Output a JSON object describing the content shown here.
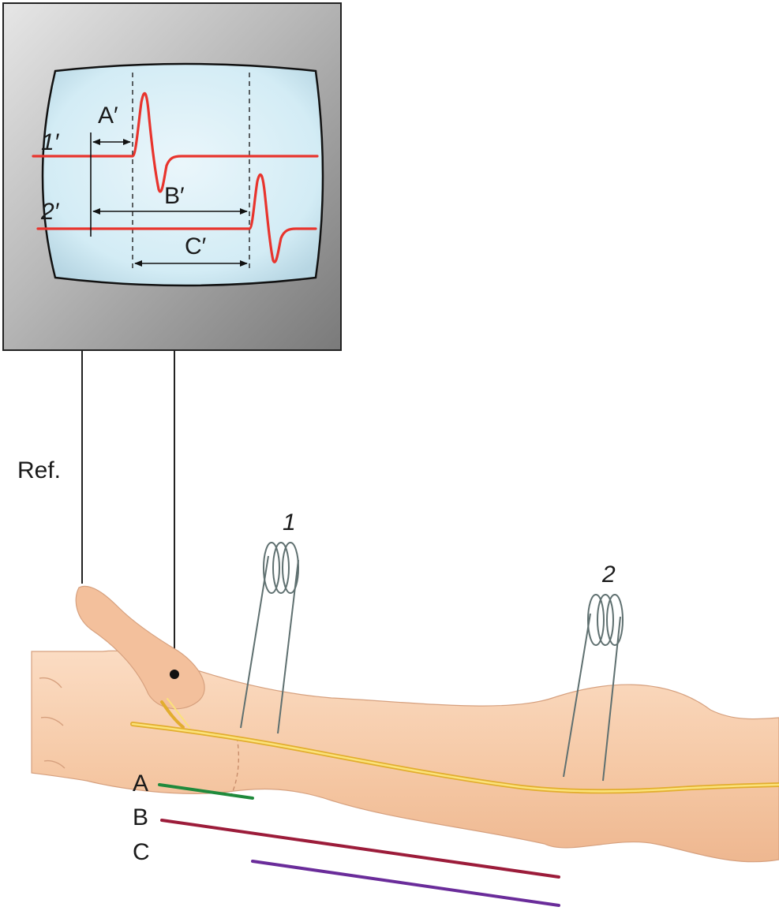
{
  "oscilloscope": {
    "trace_1_label": "1′",
    "trace_2_label": "2′",
    "interval_a_label": "A′",
    "interval_b_label": "B′",
    "interval_c_label": "C′"
  },
  "arm": {
    "reference_label": "Ref.",
    "stimulator_1_label": "1",
    "stimulator_2_label": "2",
    "distance_a_label": "A",
    "distance_b_label": "B",
    "distance_c_label": "C"
  },
  "colors": {
    "trace": "#e8342d",
    "distance_a": "#1f8a3c",
    "distance_b": "#9c1c3a",
    "distance_c": "#6a2c9a",
    "nerve": "#f2c94a",
    "skin": "#f6c9a6"
  }
}
